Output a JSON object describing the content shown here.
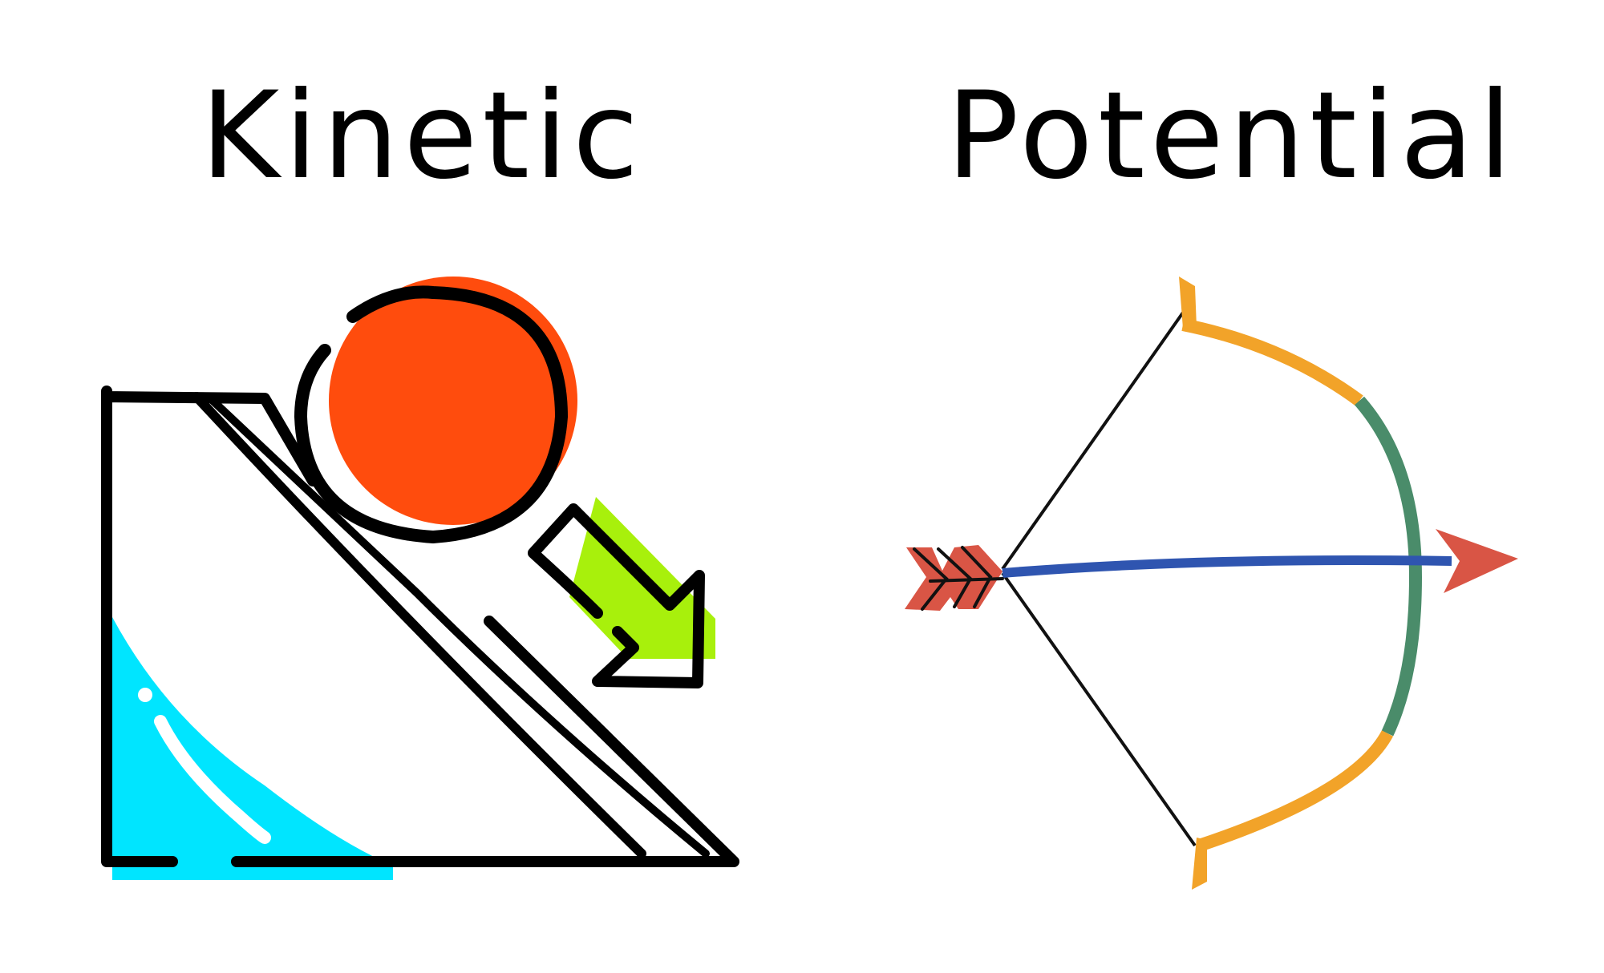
{
  "panels": {
    "kinetic": {
      "title": "Kinetic",
      "illustration": "ball-rolling-down-ramp",
      "colors": {
        "ball": "#FF4C0D",
        "arrow": "#A8F00C",
        "shadow": "#00E5FF",
        "outline": "#000000"
      }
    },
    "potential": {
      "title": "Potential",
      "illustration": "drawn-bow-and-arrow",
      "colors": {
        "bow_tips": "#F2A329",
        "bow_grip": "#4A8C6A",
        "arrow_shaft": "#2F55B0",
        "arrow_head": "#D95545",
        "string": "#111111"
      }
    }
  }
}
